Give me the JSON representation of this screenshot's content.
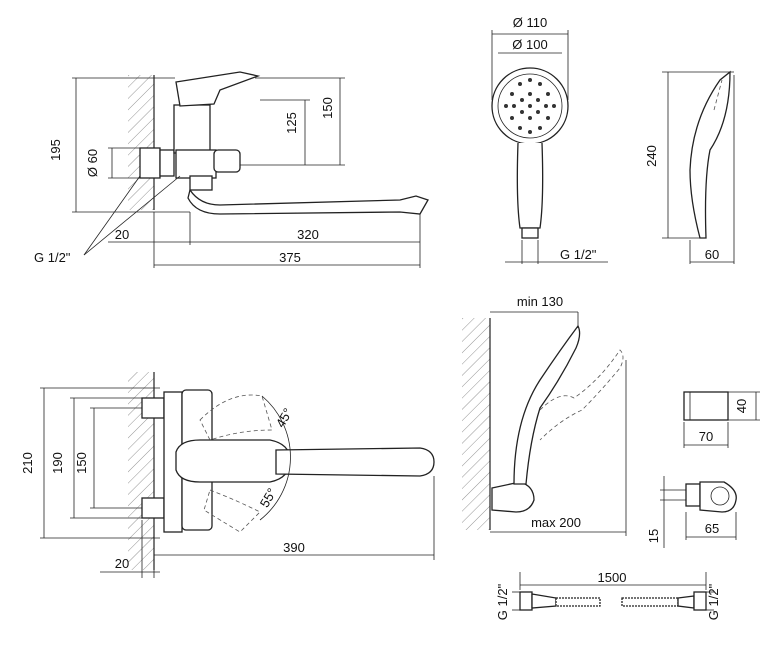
{
  "dims": {
    "top_195": "195",
    "top_d60": "Ø 60",
    "top_125": "125",
    "top_150": "150",
    "top_20": "20",
    "top_320": "320",
    "top_375": "375",
    "top_thread": "G 1/2\"",
    "head_d110": "Ø 110",
    "head_d100": "Ø 100",
    "head_thread": "G 1/2\"",
    "side_240": "240",
    "side_60": "60",
    "front_210": "210",
    "front_190": "190",
    "front_150": "150",
    "front_20": "20",
    "front_390": "390",
    "front_45": "45°",
    "front_55": "55°",
    "holder_min130": "min 130",
    "holder_max200": "max 200",
    "bracket_40": "40",
    "bracket_70": "70",
    "bracket_15": "15",
    "bracket_65": "65",
    "hose_1500": "1500",
    "hose_thread_left": "G 1/2\"",
    "hose_thread_right": "G 1/2\""
  }
}
